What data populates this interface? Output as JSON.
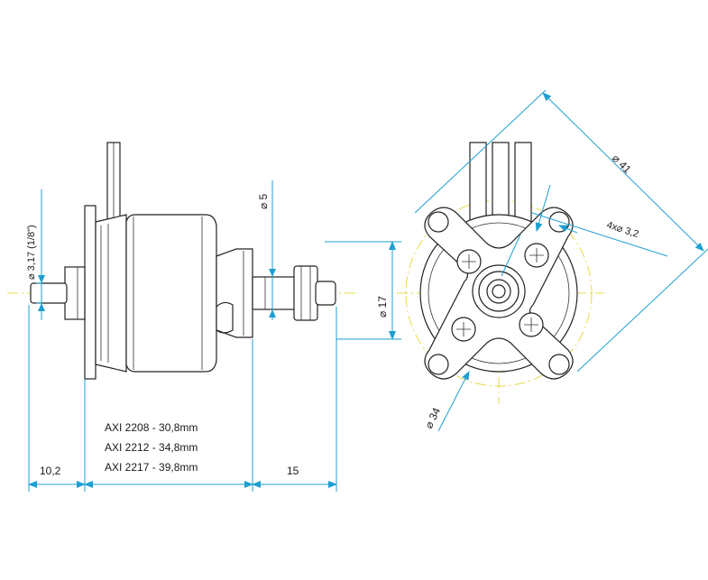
{
  "dimensions": {
    "shaft_diameter": "⌀ 3,17 (1/8\")",
    "prop_thread": "⌀ 5",
    "prop_mount_diameter": "⌀ 17",
    "outer_diameter": "⌀ 41",
    "mount_holes": "4x⌀ 3,2",
    "bolt_circle": "⌀ 34",
    "front_offset": "10,2",
    "shaft_length": "15"
  },
  "variants": [
    "AXI 2208 - 30,8mm",
    "AXI 2212 - 34,8mm",
    "AXI 2217 - 39,8mm"
  ],
  "colors": {
    "dimension_line": "#1e9fd1",
    "center_line": "#e8d84a",
    "part_outline": "#222222"
  }
}
